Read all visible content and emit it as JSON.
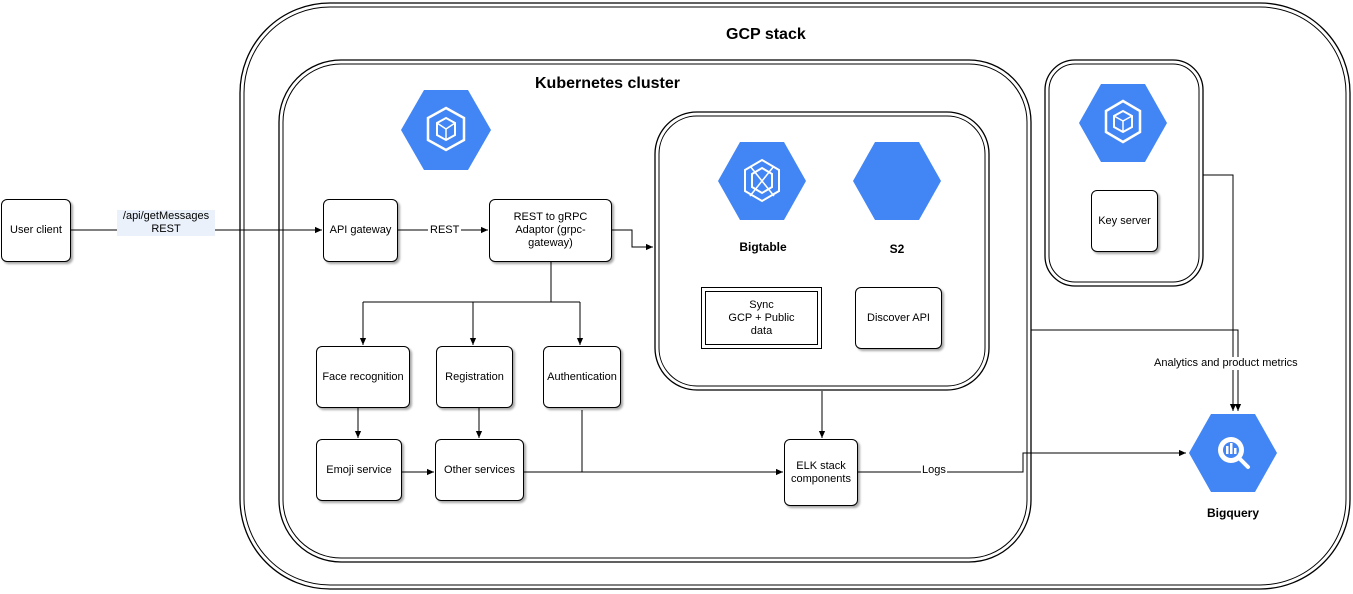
{
  "containers": {
    "gcp_stack": "GCP stack",
    "kubernetes_cluster": "Kubernetes cluster"
  },
  "nodes": {
    "user_client": "User client",
    "api_gateway": "API gateway",
    "rest_grpc": [
      "REST to gRPC",
      "Adaptor (grpc-",
      "gateway)"
    ],
    "face_recognition": "Face recognition",
    "registration": "Registration",
    "authentication": "Authentication",
    "emoji_service": "Emoji service",
    "other_services": "Other services",
    "elk": [
      "ELK stack",
      "components"
    ],
    "sync": [
      "Sync",
      "GCP + Public",
      "data"
    ],
    "discover_api": "Discover API",
    "key_server": "Key server"
  },
  "services": {
    "bigtable": "Bigtable",
    "s2": "S2",
    "bigquery": "Bigquery"
  },
  "edges": {
    "user_to_gateway": [
      "/api/getMessages",
      "REST"
    ],
    "gateway_to_adaptor": "REST",
    "logs": "Logs",
    "analytics": "Analytics and product metrics"
  },
  "colors": {
    "gcp_blue": "#4285f4",
    "gcp_blue_dark": "#3a74d9",
    "stroke": "#000000"
  },
  "icons": [
    "kubernetes-engine-icon",
    "bigtable-icon",
    "s2-hexagon-icon",
    "compute-engine-icon",
    "bigquery-icon"
  ]
}
